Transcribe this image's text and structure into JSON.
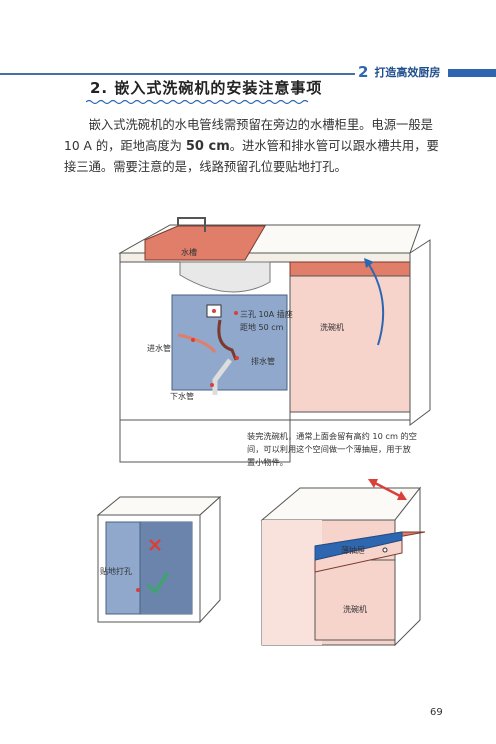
{
  "header": {
    "chapter_number": "2",
    "chapter_title": "打造高效厨房"
  },
  "section": {
    "title": "2. 嵌入式洗碗机的安装注意事项"
  },
  "paragraph": {
    "part1": "嵌入式洗碗机的水电管线需预留在旁边的水槽柜里。电源一般是 10 A 的，距地高度为 ",
    "bold": "50 cm",
    "part2": "。进水管和排水管可以跟水槽共用，要接三通。需要注意的是，线路预留孔位要贴地打孔。"
  },
  "figure1": {
    "sink": "水槽",
    "socket_line1": "三孔 10A 插座",
    "socket_line2": "距地 50 cm",
    "dishwasher": "洗碗机",
    "inlet": "进水管",
    "drain": "排水管",
    "down_pipe": "下水管"
  },
  "note": "装完洗碗机，通常上面会留有高约 10 cm 的空间，可以利用这个空间做一个薄抽屉，用于放置小物件。",
  "figure2": {
    "floor_hole": "贴地打孔"
  },
  "figure3": {
    "drawer": "薄抽屉",
    "dishwasher": "洗碗机"
  },
  "page_number": "69",
  "colors": {
    "blue_accent": "#2e66b0",
    "cabinet_blue": "#8fa8cc",
    "salmon": "#e07e6a",
    "pink": "#f6d3cb",
    "check_green": "#3aa66a",
    "cross_red": "#d9403a"
  }
}
